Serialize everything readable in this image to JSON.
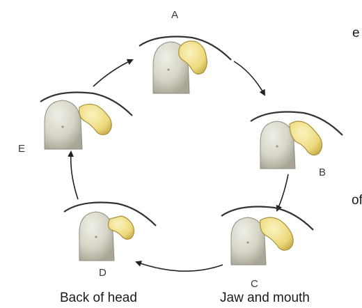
{
  "stages": [
    {
      "id": "A",
      "label": "A"
    },
    {
      "id": "B",
      "label": "B"
    },
    {
      "id": "C",
      "label": "C"
    },
    {
      "id": "D",
      "label": "D"
    },
    {
      "id": "E",
      "label": "E"
    }
  ],
  "captions": {
    "back_of_head": "Back of head",
    "jaw_and_mouth": "Jaw and mouth"
  },
  "edge_fragments": {
    "top_left": "e",
    "mid_left": "of"
  },
  "colors": {
    "condyle_fill": "#d9d7cb",
    "condyle_stroke": "#8f8c80",
    "disc_fill": "#efe08a",
    "disc_stroke": "#a8913a",
    "fossa_stroke": "#333333",
    "arrow_stroke": "#222222"
  }
}
